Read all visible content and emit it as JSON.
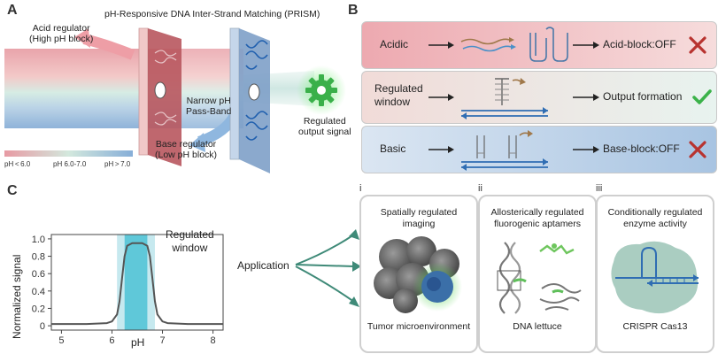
{
  "panelA": {
    "letter": "A",
    "title": "pH-Responsive DNA Inter-Strand Matching (PRISM)",
    "acid_regulator": [
      "Acid regulator",
      "(High pH block)"
    ],
    "base_regulator": [
      "Base regulator",
      "(Low pH block)"
    ],
    "passband": [
      "Narrow pH",
      "Pass-Band"
    ],
    "output": [
      "Regulated",
      "output signal"
    ],
    "scale": [
      "pH < 6.0",
      "pH 6.0-7.0",
      "pH > 7.0"
    ],
    "colors": {
      "acid": "#e8a0a8",
      "mid": "#cfe3dc",
      "base": "#8fb3d9",
      "green": "#3ab04a"
    }
  },
  "panelB": {
    "letter": "B",
    "rows": [
      {
        "label": [
          "Acidic"
        ],
        "result": "Acid-block:OFF",
        "mark": "cross-icon"
      },
      {
        "label": [
          "Regulated",
          "window"
        ],
        "result": "Output formation",
        "mark": "check-icon"
      },
      {
        "label": [
          "Basic"
        ],
        "result": "Base-block:OFF",
        "mark": "cross-icon"
      }
    ]
  },
  "panelC": {
    "letter": "C",
    "annotation": [
      "Regulated",
      "window"
    ]
  },
  "chart_data": {
    "type": "line",
    "xlabel": "pH",
    "ylabel": "Normalized signal",
    "xlim": [
      4.8,
      8.2
    ],
    "ylim": [
      -0.05,
      1.05
    ],
    "xticks": [
      5,
      6,
      7,
      8
    ],
    "yticks": [
      0,
      0.2,
      0.4,
      0.6,
      0.8,
      1.0
    ],
    "ytick_labels": [
      "0",
      "0.2",
      "0.4",
      "0.6",
      "0.8",
      "1.0"
    ],
    "series": [
      {
        "x": [
          4.8,
          5.5,
          5.9,
          6.0,
          6.1,
          6.15,
          6.2,
          6.25,
          6.3,
          6.4,
          6.5,
          6.6,
          6.7,
          6.75,
          6.8,
          6.85,
          6.9,
          7.0,
          7.1,
          7.5,
          8.2
        ],
        "y": [
          0.02,
          0.02,
          0.03,
          0.05,
          0.13,
          0.28,
          0.55,
          0.8,
          0.92,
          0.95,
          0.95,
          0.95,
          0.92,
          0.8,
          0.55,
          0.28,
          0.13,
          0.05,
          0.03,
          0.02,
          0.02
        ]
      }
    ],
    "window_outer": [
      6.1,
      6.85
    ],
    "window_inner": [
      6.25,
      6.7
    ]
  },
  "application": {
    "label": "Application",
    "cards": [
      {
        "num": "i",
        "title": [
          "Spatially regulated",
          "imaging"
        ],
        "caption": "Tumor microenvironment"
      },
      {
        "num": "ii",
        "title": [
          "Allosterically regulated",
          "fluorogenic aptamers"
        ],
        "caption": "DNA lettuce"
      },
      {
        "num": "iii",
        "title": [
          "Conditionally regulated",
          "enzyme activity"
        ],
        "caption": "CRISPR Cas13"
      }
    ]
  }
}
